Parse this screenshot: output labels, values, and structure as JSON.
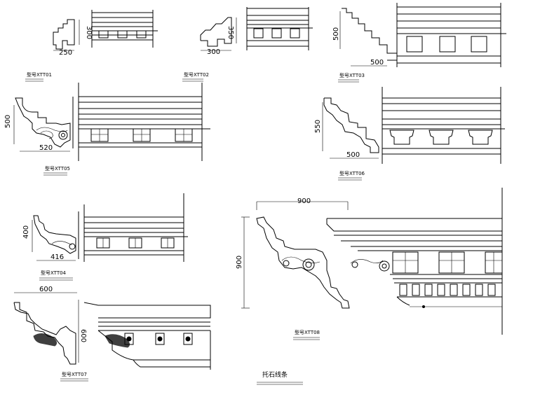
{
  "diagram": {
    "caption": "托石线条",
    "profiles": [
      {
        "id": "tt01",
        "label": "型号XTT01",
        "dims": [
          "250",
          "300"
        ]
      },
      {
        "id": "tt02",
        "label": "型号XTT02",
        "dims": [
          "300",
          "350"
        ]
      },
      {
        "id": "tt03",
        "label": "型号XTT03",
        "dims": [
          "500",
          "500"
        ]
      },
      {
        "id": "tt05",
        "label": "型号XTT05",
        "dims": [
          "500",
          "520"
        ]
      },
      {
        "id": "tt06",
        "label": "型号XTT06",
        "dims": [
          "550",
          "500"
        ]
      },
      {
        "id": "tt04",
        "label": "型号XTT04",
        "dims": [
          "400",
          "416"
        ]
      },
      {
        "id": "tt07",
        "label": "型号XTT07",
        "dims": [
          "600",
          "600"
        ]
      },
      {
        "id": "tt08",
        "label": "型号XTT08",
        "dims": [
          "900",
          "900"
        ]
      }
    ]
  }
}
